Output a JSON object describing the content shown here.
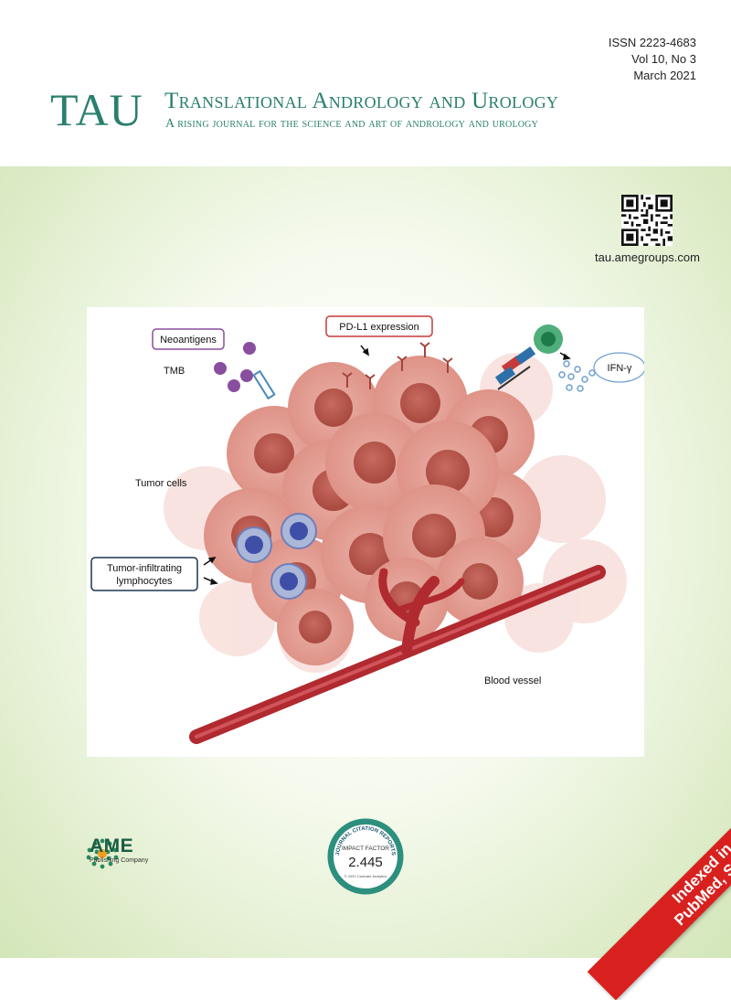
{
  "header": {
    "issn": "ISSN  2223-4683",
    "volume": "Vol 10, No 3",
    "date": "March 2021",
    "logo": "TAU",
    "journal_title": "Translational Andrology and Urology",
    "journal_subtitle": "A rising journal for the science and art of andrology and urology"
  },
  "cover": {
    "url": "tau.amegroups.com",
    "figure_labels": {
      "neoantigens": "Neoantigens",
      "tmb": "TMB",
      "pdl1": "PD-L1 expression",
      "ifn": "IFN-γ",
      "tumor_cells": "Tumor cells",
      "til_line1": "Tumor-infiltrating",
      "til_line2": "lymphocytes",
      "blood_vessel": "Blood vessel"
    },
    "publisher": {
      "name": "AME",
      "sub": "Publishing Company"
    },
    "badge": {
      "ring_text": "JOURNAL CITATION REPORTS",
      "label": "IMPACT FACTOR",
      "value": "2.445",
      "footer": "© 2020 Clarivate Analytics"
    },
    "ribbon": {
      "line1": "Indexed in",
      "line2": "PubMed, SCIE"
    }
  },
  "colors": {
    "brand_green": "#2a7f6e",
    "ribbon_red": "#d8211e",
    "cell_pink": "#dd8a80",
    "vessel_red": "#b02a30"
  }
}
